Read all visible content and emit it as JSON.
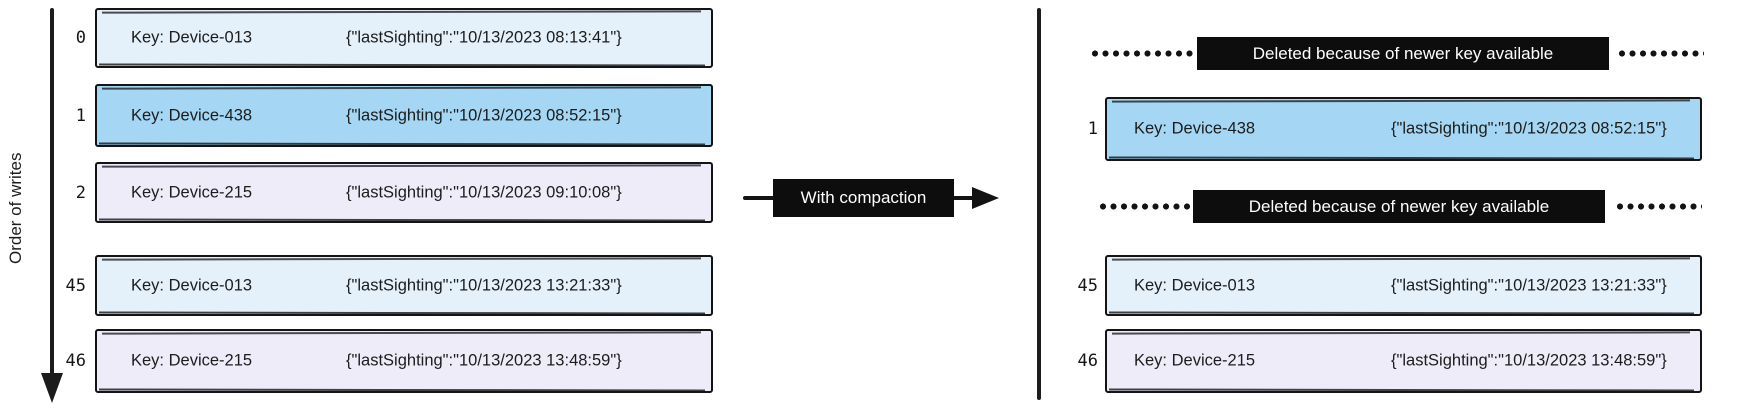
{
  "colors": {
    "record_light_blue": "#e4f1fb",
    "record_blue": "#a5d7f4",
    "record_lavender": "#efecfa",
    "label_black": "#0d0d0d",
    "stroke": "#141414"
  },
  "axis": {
    "label": "Order of writes"
  },
  "compaction_arrow": {
    "label": "With compaction"
  },
  "left_log": {
    "rows": [
      {
        "index": "0",
        "key": "Key: Device-013",
        "value": "{\"lastSighting\":\"10/13/2023 08:13:41\"}",
        "color": "record_light_blue"
      },
      {
        "index": "1",
        "key": "Key: Device-438",
        "value": "{\"lastSighting\":\"10/13/2023 08:52:15\"}",
        "color": "record_blue"
      },
      {
        "index": "2",
        "key": "Key: Device-215",
        "value": "{\"lastSighting\":\"10/13/2023 09:10:08\"}",
        "color": "record_lavender"
      },
      {
        "index": "45",
        "key": "Key: Device-013",
        "value": "{\"lastSighting\":\"10/13/2023 13:21:33\"}",
        "color": "record_light_blue"
      },
      {
        "index": "46",
        "key": "Key: Device-215",
        "value": "{\"lastSighting\":\"10/13/2023 13:48:59\"}",
        "color": "record_lavender"
      }
    ]
  },
  "right_log": {
    "deleted_notice": "Deleted because of newer key available",
    "rows": [
      {
        "index": "1",
        "key": "Key: Device-438",
        "value": "{\"lastSighting\":\"10/13/2023 08:52:15\"}",
        "color": "record_blue"
      },
      {
        "index": "45",
        "key": "Key: Device-013",
        "value": "{\"lastSighting\":\"10/13/2023 13:21:33\"}",
        "color": "record_light_blue"
      },
      {
        "index": "46",
        "key": "Key: Device-215",
        "value": "{\"lastSighting\":\"10/13/2023 13:48:59\"}",
        "color": "record_lavender"
      }
    ]
  }
}
